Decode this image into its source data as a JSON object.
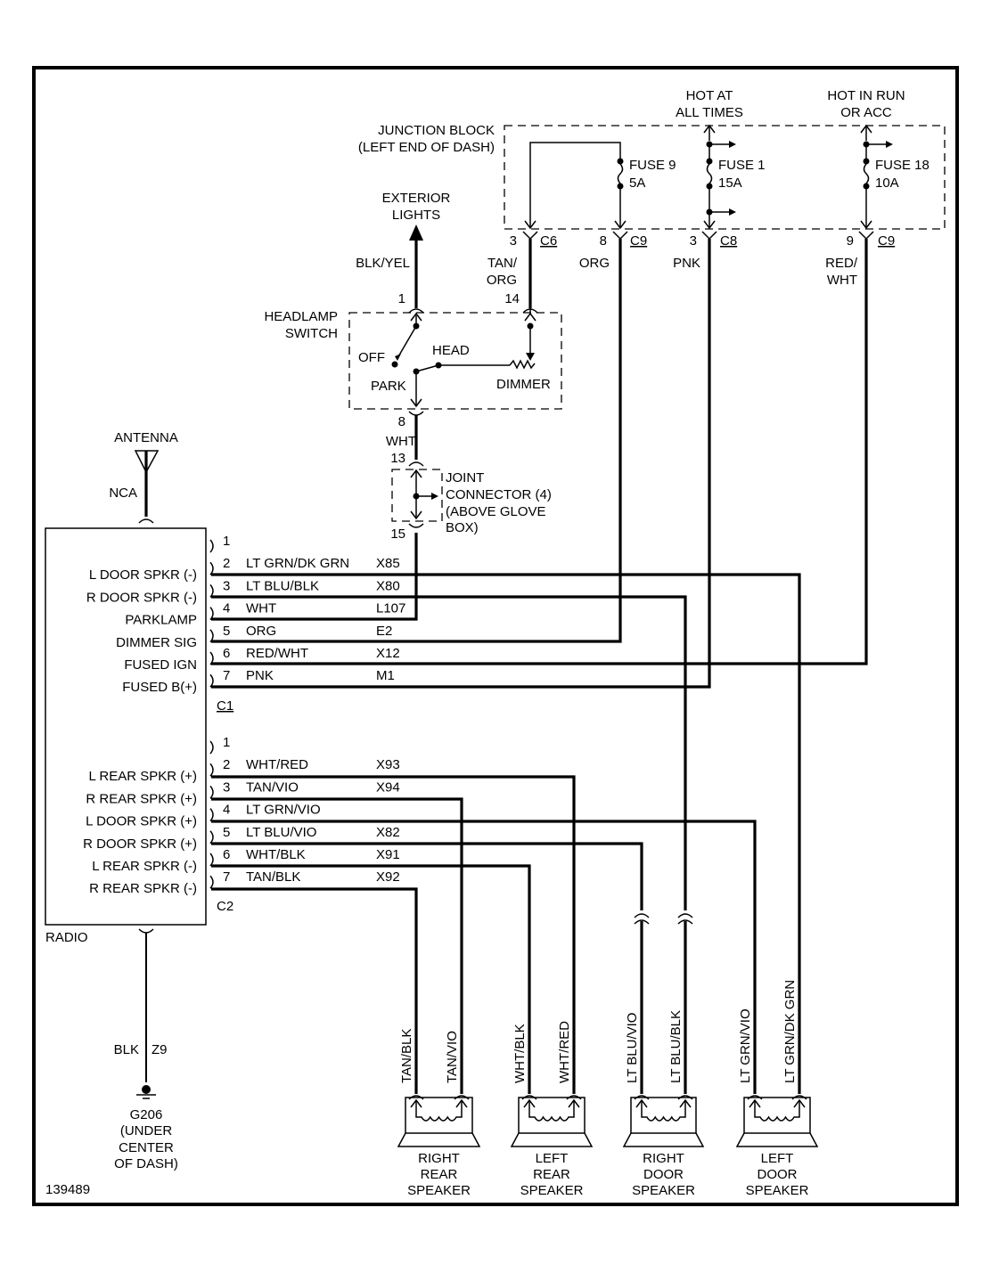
{
  "diagram_id": "139489",
  "colors": {
    "ink": "#000000",
    "paper": "#ffffff"
  },
  "power_sources": {
    "hot_at_all_times": [
      "HOT AT",
      "ALL TIMES"
    ],
    "hot_in_run": [
      "HOT IN RUN",
      "OR ACC"
    ]
  },
  "junction_block": {
    "label": [
      "JUNCTION BLOCK",
      "(LEFT END OF DASH)"
    ],
    "fuses": [
      {
        "name": "FUSE 9",
        "rating": "5A"
      },
      {
        "name": "FUSE 1",
        "rating": "15A"
      },
      {
        "name": "FUSE 18",
        "rating": "10A"
      }
    ],
    "connectors": [
      {
        "pin": "3",
        "conn": "C6",
        "wire": [
          "TAN/",
          "ORG"
        ]
      },
      {
        "pin": "8",
        "conn": "C9",
        "wire": [
          "ORG"
        ]
      },
      {
        "pin": "3",
        "conn": "C8",
        "wire": [
          "PNK"
        ]
      },
      {
        "pin": "9",
        "conn": "C9",
        "wire": [
          "RED/",
          "WHT"
        ]
      }
    ]
  },
  "exterior_lights": {
    "label": [
      "EXTERIOR",
      "LIGHTS"
    ],
    "wire": "BLK/YEL"
  },
  "headlamp_switch": {
    "label": [
      "HEADLAMP",
      "SWITCH"
    ],
    "pins": {
      "in": "1",
      "dimmer_in": "14",
      "out": "8"
    },
    "positions": {
      "off": "OFF",
      "head": "HEAD",
      "park": "PARK",
      "dimmer": "DIMMER"
    },
    "out_wire": "WHT"
  },
  "joint_connector": {
    "label": [
      "JOINT",
      "CONNECTOR (4)",
      "(ABOVE GLOVE",
      "BOX)"
    ],
    "pins": {
      "in": "13",
      "out": "15"
    }
  },
  "antenna": {
    "label": "ANTENNA",
    "wire": "NCA"
  },
  "radio": {
    "label": "RADIO",
    "c1": {
      "name": "C1",
      "pins": [
        {
          "num": "1",
          "func": "",
          "color": "",
          "circuit": ""
        },
        {
          "num": "2",
          "func": "L DOOR SPKR (-)",
          "color": "LT GRN/DK GRN",
          "circuit": "X85"
        },
        {
          "num": "3",
          "func": "R DOOR SPKR (-)",
          "color": "LT BLU/BLK",
          "circuit": "X80"
        },
        {
          "num": "4",
          "func": "PARKLAMP",
          "color": "WHT",
          "circuit": "L107"
        },
        {
          "num": "5",
          "func": "DIMMER SIG",
          "color": "ORG",
          "circuit": "E2"
        },
        {
          "num": "6",
          "func": "FUSED IGN",
          "color": "RED/WHT",
          "circuit": "X12"
        },
        {
          "num": "7",
          "func": "FUSED B(+)",
          "color": "PNK",
          "circuit": "M1"
        }
      ]
    },
    "c2": {
      "name": "C2",
      "pins": [
        {
          "num": "1",
          "func": "",
          "color": "",
          "circuit": ""
        },
        {
          "num": "2",
          "func": "L REAR SPKR (+)",
          "color": "WHT/RED",
          "circuit": "X93"
        },
        {
          "num": "3",
          "func": "R REAR SPKR (+)",
          "color": "TAN/VIO",
          "circuit": "X94"
        },
        {
          "num": "4",
          "func": "L DOOR SPKR (+)",
          "color": "LT GRN/VIO",
          "circuit": ""
        },
        {
          "num": "5",
          "func": "R DOOR SPKR (+)",
          "color": "LT BLU/VIO",
          "circuit": "X82"
        },
        {
          "num": "6",
          "func": "L REAR SPKR (-)",
          "color": "WHT/BLK",
          "circuit": "X91"
        },
        {
          "num": "7",
          "func": "R REAR SPKR (-)",
          "color": "TAN/BLK",
          "circuit": "X92"
        }
      ]
    }
  },
  "ground": {
    "wire": "BLK",
    "circuit": "Z9",
    "label": [
      "G206",
      "(UNDER",
      "CENTER",
      "OF DASH)"
    ]
  },
  "speakers": [
    {
      "name": [
        "RIGHT",
        "REAR",
        "SPEAKER"
      ],
      "wires": [
        "TAN/BLK",
        "TAN/VIO"
      ]
    },
    {
      "name": [
        "LEFT",
        "REAR",
        "SPEAKER"
      ],
      "wires": [
        "WHT/BLK",
        "WHT/RED"
      ]
    },
    {
      "name": [
        "RIGHT",
        "DOOR",
        "SPEAKER"
      ],
      "wires": [
        "LT BLU/VIO",
        "LT BLU/BLK"
      ]
    },
    {
      "name": [
        "LEFT",
        "DOOR",
        "SPEAKER"
      ],
      "wires": [
        "LT GRN/VIO",
        "LT GRN/DK GRN"
      ]
    }
  ]
}
